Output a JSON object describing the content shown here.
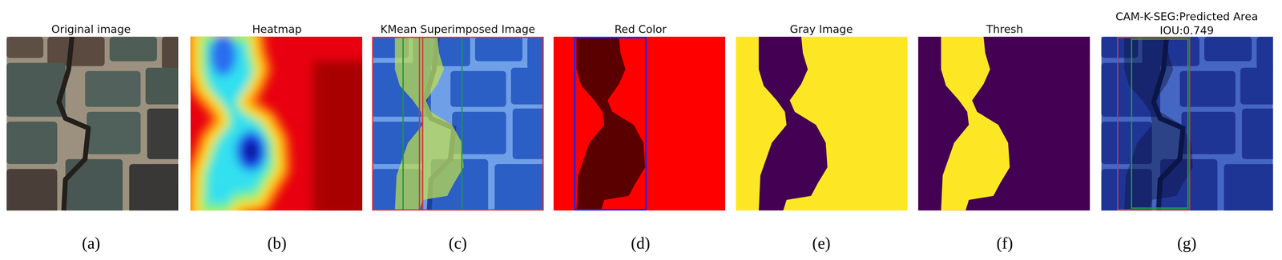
{
  "diagram": {
    "labels": [
      "Original image",
      "Heatmap",
      "KMean Superimposed Image",
      "Red Color",
      "Gray Image",
      "Thresh",
      "CAM-K-SEG:Predicted Area",
      "IOU:0.749",
      "(a)",
      "(b)",
      "(c)",
      "(d)",
      "(e)",
      "(f)",
      "(g)"
    ]
  }
}
